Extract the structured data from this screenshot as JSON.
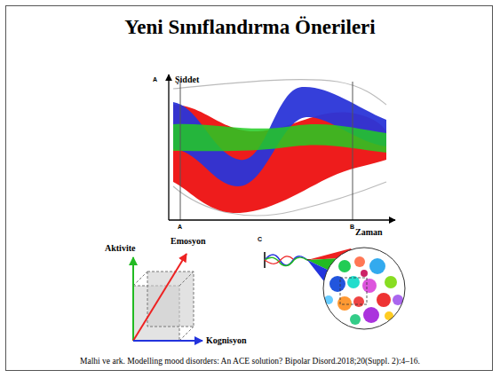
{
  "diagram": {
    "title": "Yeni Sınıflandırma Önerileri",
    "caption": "Malhi ve ark. Modelling mood disorders: An ACE solution? Bipolar Disord.2018;20(Suppl. 2):4–16.",
    "labels": [
      "A",
      "Şiddet",
      "Zaman",
      "A",
      "B",
      "Aktivite",
      "Emosyon",
      "Kognisyon",
      "C"
    ]
  }
}
